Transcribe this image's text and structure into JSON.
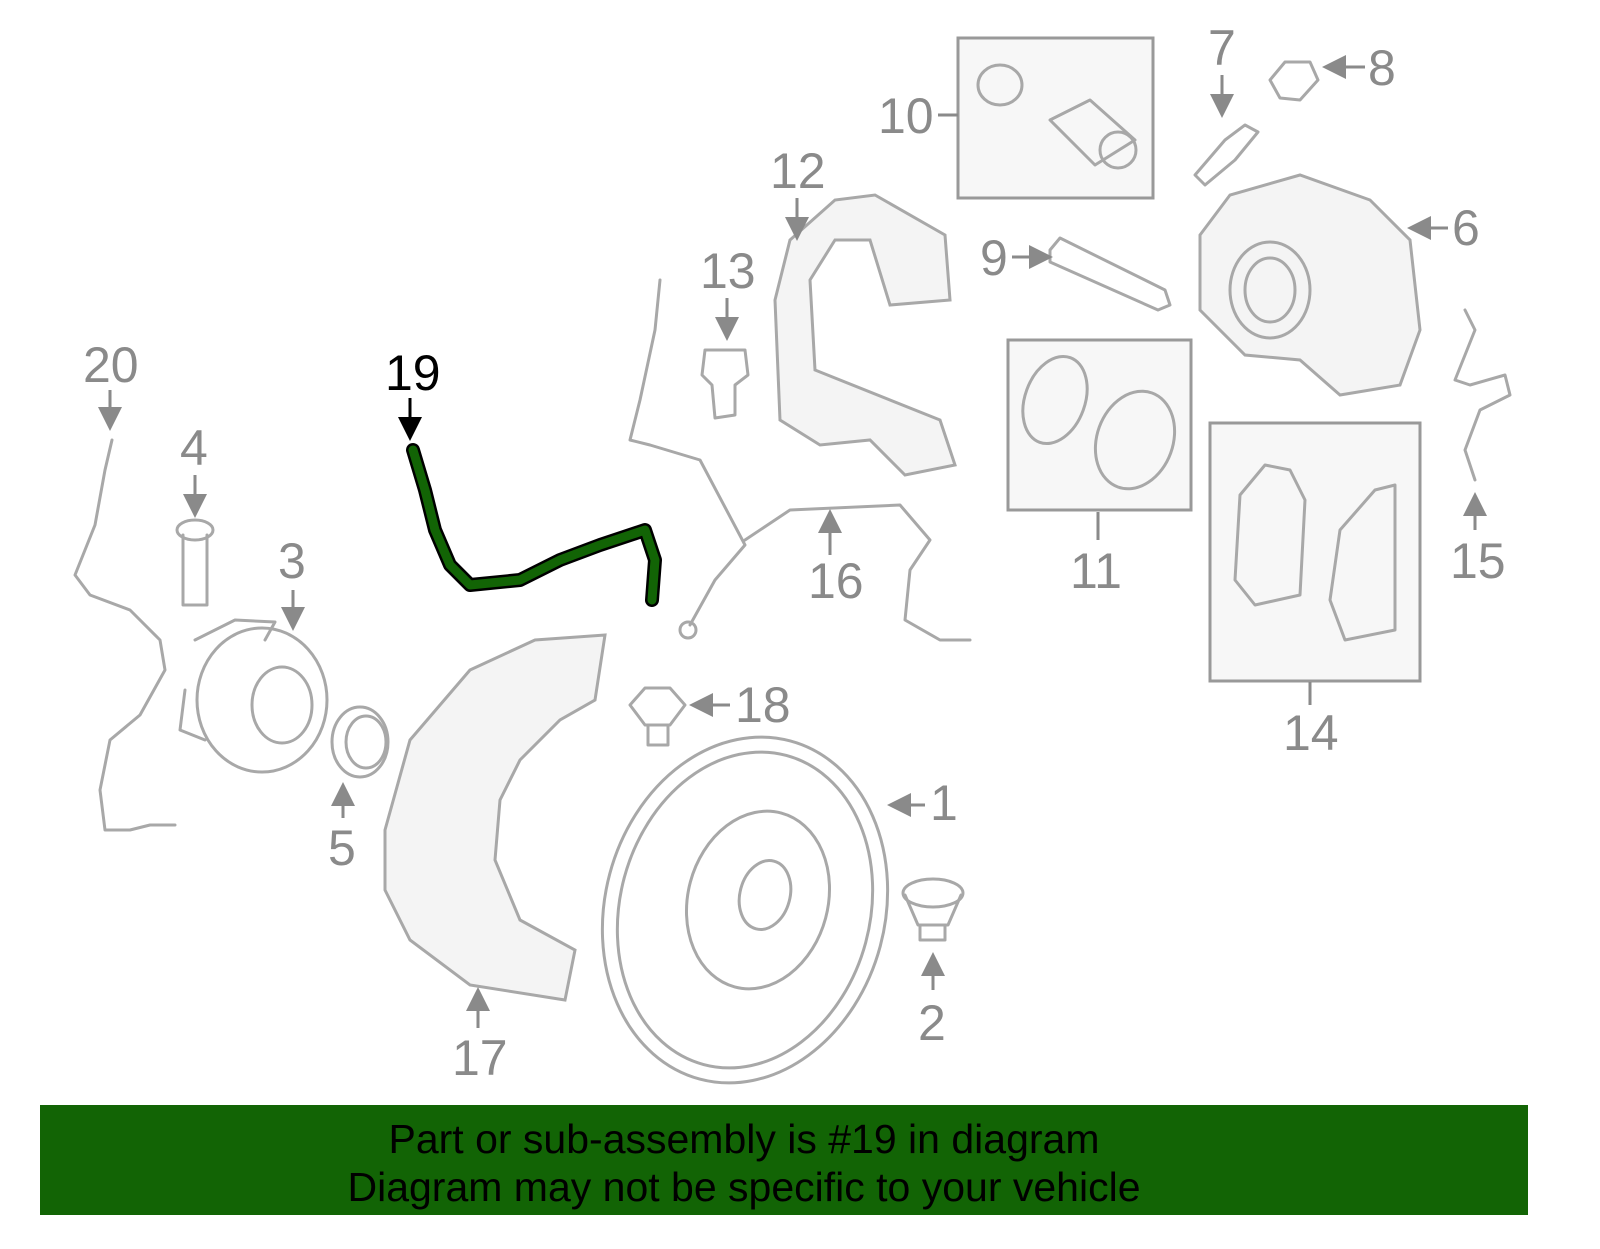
{
  "diagram": {
    "highlight_color": "#126405",
    "highlighted_part": "19",
    "callouts": [
      "1",
      "2",
      "3",
      "4",
      "5",
      "6",
      "7",
      "8",
      "9",
      "10",
      "11",
      "12",
      "13",
      "14",
      "15",
      "16",
      "17",
      "18",
      "19",
      "20"
    ]
  },
  "banner": {
    "line1": "Part or sub-assembly is #19 in diagram",
    "line2": "Diagram may not be specific to your vehicle"
  }
}
